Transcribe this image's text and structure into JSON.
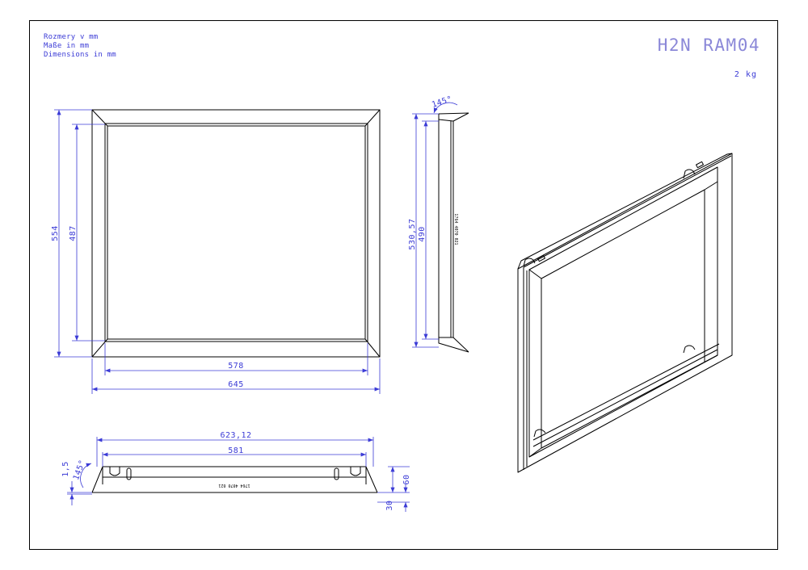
{
  "sheet": {
    "units_lines": [
      "Rozmery v mm",
      "Maße in mm",
      "Dimensions in mm"
    ],
    "product_code": "H2N RAM04",
    "weight": "2 kg"
  },
  "front_view": {
    "height_outer": "554",
    "height_inner": "487",
    "width_inner": "578",
    "width_outer": "645"
  },
  "side_view": {
    "angle": "145°",
    "height_outer": "530,57",
    "height_inner": "490",
    "stamp": "1764 4070 021"
  },
  "bottom_view": {
    "width_outer": "623,12",
    "width_inner": "581",
    "thickness": "1,5",
    "angle": "145°",
    "depth": "60",
    "flange": "30",
    "stamp": "1764 4070 021"
  },
  "colors": {
    "dimension": "#3b3bd6",
    "title": "#8b88d8",
    "line": "#000000"
  }
}
